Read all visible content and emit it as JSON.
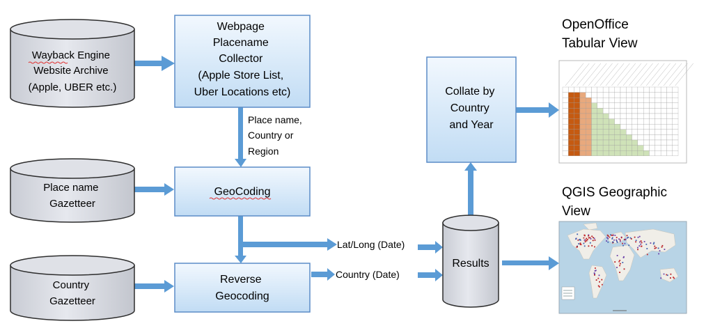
{
  "sources": {
    "wayback": [
      "Wayback Engine",
      "Website Archive",
      "(Apple, UBER etc.)"
    ],
    "placename_gazetteer": [
      "Place name",
      "Gazetteer"
    ],
    "country_gazetteer": [
      "Country",
      "Gazetteer"
    ]
  },
  "processes": {
    "collector": [
      "Webpage",
      "Placename",
      "Collector",
      "(Apple Store List,",
      "Uber Locations etc)"
    ],
    "geocoding": [
      "GeoCoding"
    ],
    "reverse": [
      "Reverse",
      "Geocoding"
    ],
    "collate": [
      "Collate by",
      "Country",
      "and Year"
    ]
  },
  "results": {
    "label": "Results"
  },
  "edge_labels": {
    "place_info": [
      "Place name,",
      "Country or",
      "Region"
    ],
    "latlong": "Lat/Long (Date)",
    "country_date": "Country (Date)"
  },
  "outputs": {
    "tabular": [
      "OpenOffice",
      "Tabular View"
    ],
    "geographic": [
      "QGIS Geographic",
      "View"
    ]
  },
  "colors": {
    "arrow": "#5b9bd5",
    "box_fill_top": "#f2f8fe",
    "box_fill_bottom": "#c1dcf4",
    "box_stroke": "#5b8cc7",
    "cyl_fill": "#d9dce3",
    "cyl_stroke": "#2d2d2d",
    "ocean": "#b8d4e6",
    "land": "#f0eee8"
  }
}
